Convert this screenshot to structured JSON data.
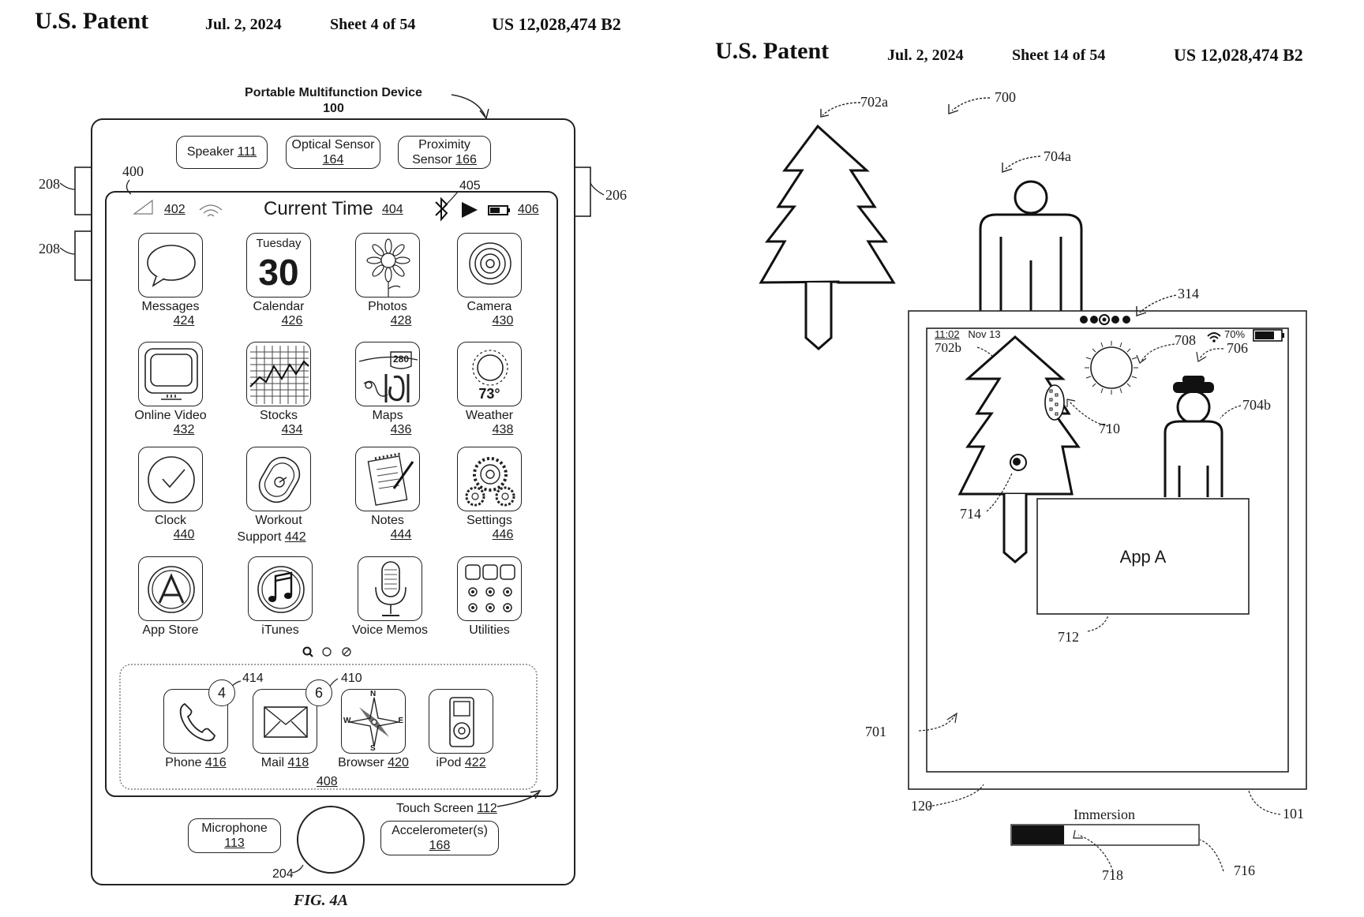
{
  "left_sheet": {
    "header": {
      "patent": "U.S. Patent",
      "date": "Jul. 2, 2024",
      "sheet": "Sheet 4 of 54",
      "number": "US 12,028,474 B2"
    },
    "device_title": "Portable Multifunction Device",
    "device_ref": "100",
    "top_pills": [
      {
        "line1": "Speaker",
        "ref": "111"
      },
      {
        "line1": "Optical Sensor",
        "ref": "164"
      },
      {
        "line1": "Proximity",
        "line2": "Sensor",
        "ref": "166"
      }
    ],
    "refs": {
      "r208a": "208",
      "r208b": "208",
      "r206": "206",
      "r400": "400",
      "r402": "402",
      "r404": "404",
      "r405": "405",
      "r406": "406",
      "r414": "414",
      "r410": "410",
      "r408": "408",
      "r204": "204"
    },
    "status_title": "Current Time",
    "apps": [
      {
        "name": "Messages",
        "ref": "424",
        "icon": "speech-bubble-icon"
      },
      {
        "name": "Calendar",
        "ref": "426",
        "icon": "calendar-icon",
        "day": "Tuesday",
        "date": "30"
      },
      {
        "name": "Photos",
        "ref": "428",
        "icon": "flower-icon"
      },
      {
        "name": "Camera",
        "ref": "430",
        "icon": "camera-lens-icon"
      },
      {
        "name": "Online Video",
        "ref": "432",
        "icon": "tv-icon"
      },
      {
        "name": "Stocks",
        "ref": "434",
        "icon": "stock-chart-icon"
      },
      {
        "name": "Maps",
        "ref": "436",
        "icon": "map-icon",
        "sign": "280"
      },
      {
        "name": "Weather",
        "ref": "438",
        "icon": "sun-icon",
        "temp": "73°"
      },
      {
        "name": "Clock",
        "ref": "440",
        "icon": "clock-icon"
      },
      {
        "name": "Workout",
        "name2": "Support",
        "ref": "442",
        "icon": "stopwatch-icon"
      },
      {
        "name": "Notes",
        "ref": "444",
        "icon": "notepad-icon"
      },
      {
        "name": "Settings",
        "ref": "446",
        "icon": "gears-icon"
      },
      {
        "name": "App Store",
        "ref": "",
        "icon": "app-store-icon"
      },
      {
        "name": "iTunes",
        "ref": "",
        "icon": "music-note-icon"
      },
      {
        "name": "Voice Memos",
        "ref": "",
        "icon": "microphone-icon"
      },
      {
        "name": "Utilities",
        "ref": "",
        "icon": "grid-icon"
      }
    ],
    "dock": [
      {
        "name": "Phone",
        "ref": "416",
        "icon": "phone-icon",
        "badge": "4"
      },
      {
        "name": "Mail",
        "ref": "418",
        "icon": "envelope-icon",
        "badge": "6"
      },
      {
        "name": "Browser",
        "ref": "420",
        "icon": "compass-icon",
        "compass": [
          "N",
          "E",
          "S",
          "W"
        ]
      },
      {
        "name": "iPod",
        "ref": "422",
        "icon": "ipod-icon"
      }
    ],
    "touch_screen": {
      "label": "Touch Screen",
      "ref": "112"
    },
    "bottom_pills": [
      {
        "line1": "Microphone",
        "ref": "113"
      },
      {
        "line1": "Accelerometer(s)",
        "ref": "168"
      }
    ],
    "figure": "FIG. 4A"
  },
  "right_sheet": {
    "header": {
      "patent": "U.S. Patent",
      "date": "Jul. 2, 2024",
      "sheet": "Sheet 14 of 54",
      "number": "US 12,028,474 B2"
    },
    "refs": {
      "r702a": "702a",
      "r700": "700",
      "r704a": "704a",
      "r314": "314",
      "r702b": "702b",
      "r708": "708",
      "r706": "706",
      "r704b": "704b",
      "r710": "710",
      "r714": "714",
      "r712": "712",
      "r701": "701",
      "r120": "120",
      "r101": "101",
      "r718": "718",
      "r716": "716"
    },
    "status": {
      "time": "11:02",
      "date": "Nov 13",
      "battery": "70%"
    },
    "app_window": "App A",
    "immersion": {
      "label": "Immersion",
      "level": 0.28
    }
  }
}
